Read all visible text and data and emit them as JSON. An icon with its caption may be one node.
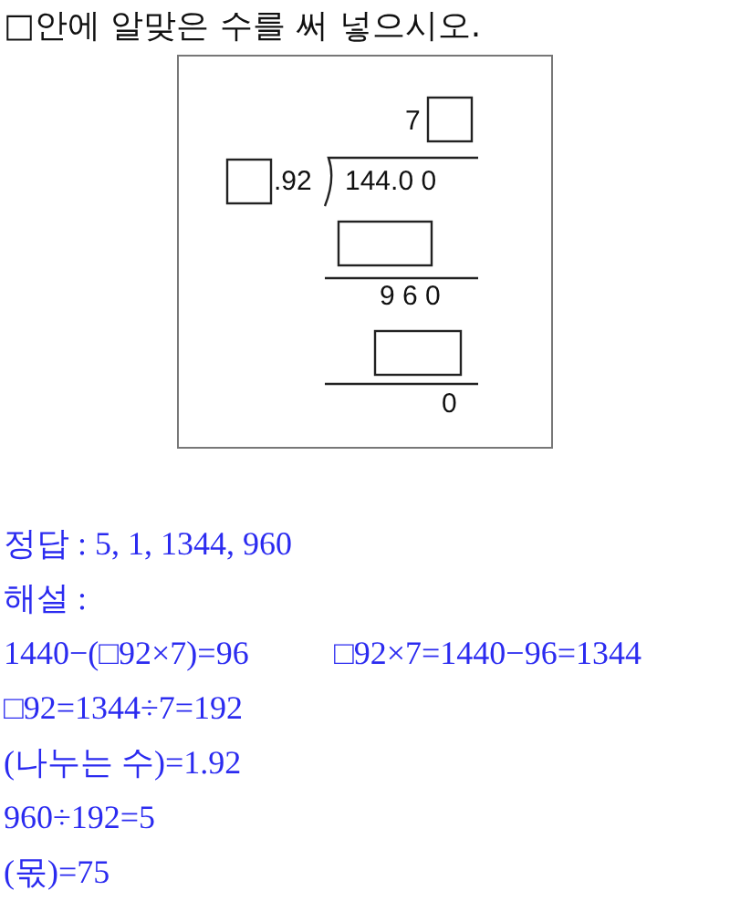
{
  "diagram": {
    "title": "□안에 알맞은 수를 써 넣으시오.",
    "labels": [
      "7",
      ".92",
      "144.0 0",
      "9 6 0",
      "0",
      "정답 : 5, 1, 1344, 960",
      "해설 :",
      "1440−(□92×7)=96",
      "□92×7=1440−96=1344",
      "□92=1344÷7=192",
      "(나누는 수)=1.92",
      "960÷192=5",
      "(몫)=75"
    ]
  }
}
